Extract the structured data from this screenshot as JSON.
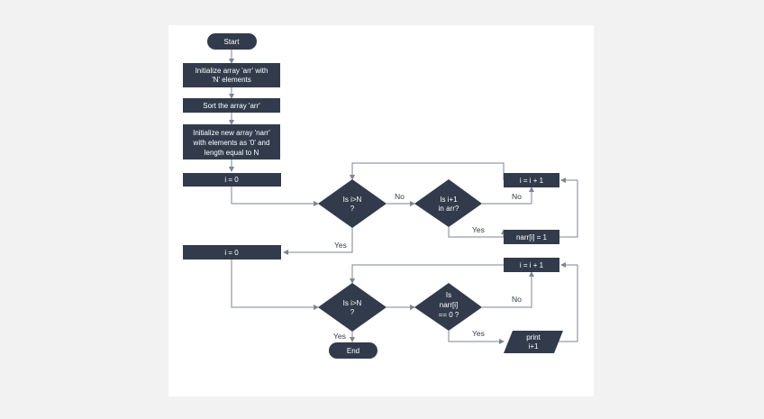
{
  "nodes": {
    "start": "Start",
    "init_arr": [
      "Initialize  array  'arr'  with",
      "'N' elements"
    ],
    "sort": "Sort the array 'arr'",
    "init_narr": [
      "Initialize  new array 'narr'",
      "with elements as '0' and",
      "length  equal to N"
    ],
    "i_zero_1": "i = 0",
    "cond_i_gt_n_1": [
      "Is i>N",
      "?"
    ],
    "cond_in_arr": [
      "Is i+1",
      "in arr?"
    ],
    "incr_1": "i = i + 1",
    "set_narr": "narr[i] = 1",
    "i_zero_2": "i = 0",
    "cond_i_gt_n_2": [
      "Is i>N",
      "?"
    ],
    "cond_narr_zero": [
      "Is",
      "narr[i]",
      "== 0 ?"
    ],
    "incr_2": "i = i + 1",
    "print": [
      "print",
      "i+1"
    ],
    "end": "End"
  },
  "edge_labels": {
    "no_1": "No",
    "no_2": "No",
    "yes_1": "Yes",
    "yes_2": "Yes",
    "no_3": "No",
    "yes_3": "Yes",
    "yes_4": "Yes"
  },
  "colors": {
    "node_fill": "#323b4b",
    "edge": "#7e8591",
    "text_on_node": "#ffffff",
    "edge_label": "#333a44",
    "panel": "#ffffff",
    "background": "#f2f2f3"
  }
}
